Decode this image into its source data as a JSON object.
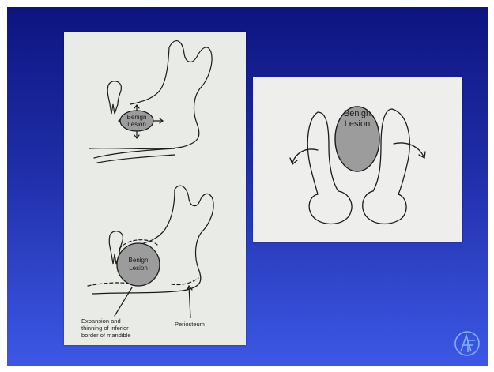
{
  "slide": {
    "background_top": "#0d1480",
    "background_bottom": "#3d58e6"
  },
  "diagram_top": {
    "lesion_label_line1": "Benign",
    "lesion_label_line2": "Lesion"
  },
  "diagram_bottom": {
    "lesion_label_line1": "Benign",
    "lesion_label_line2": "Lesion",
    "annotation_left_line1": "Expansion and",
    "annotation_left_line2": "thinning of inferior",
    "annotation_left_line3": "border of mandible",
    "annotation_right": "Periosteum"
  },
  "diagram_right": {
    "lesion_label_line1": "Benign",
    "lesion_label_line2": "Lesion"
  },
  "logo": {
    "icon": "af-monogram-icon",
    "color": "#7fb0ff"
  }
}
